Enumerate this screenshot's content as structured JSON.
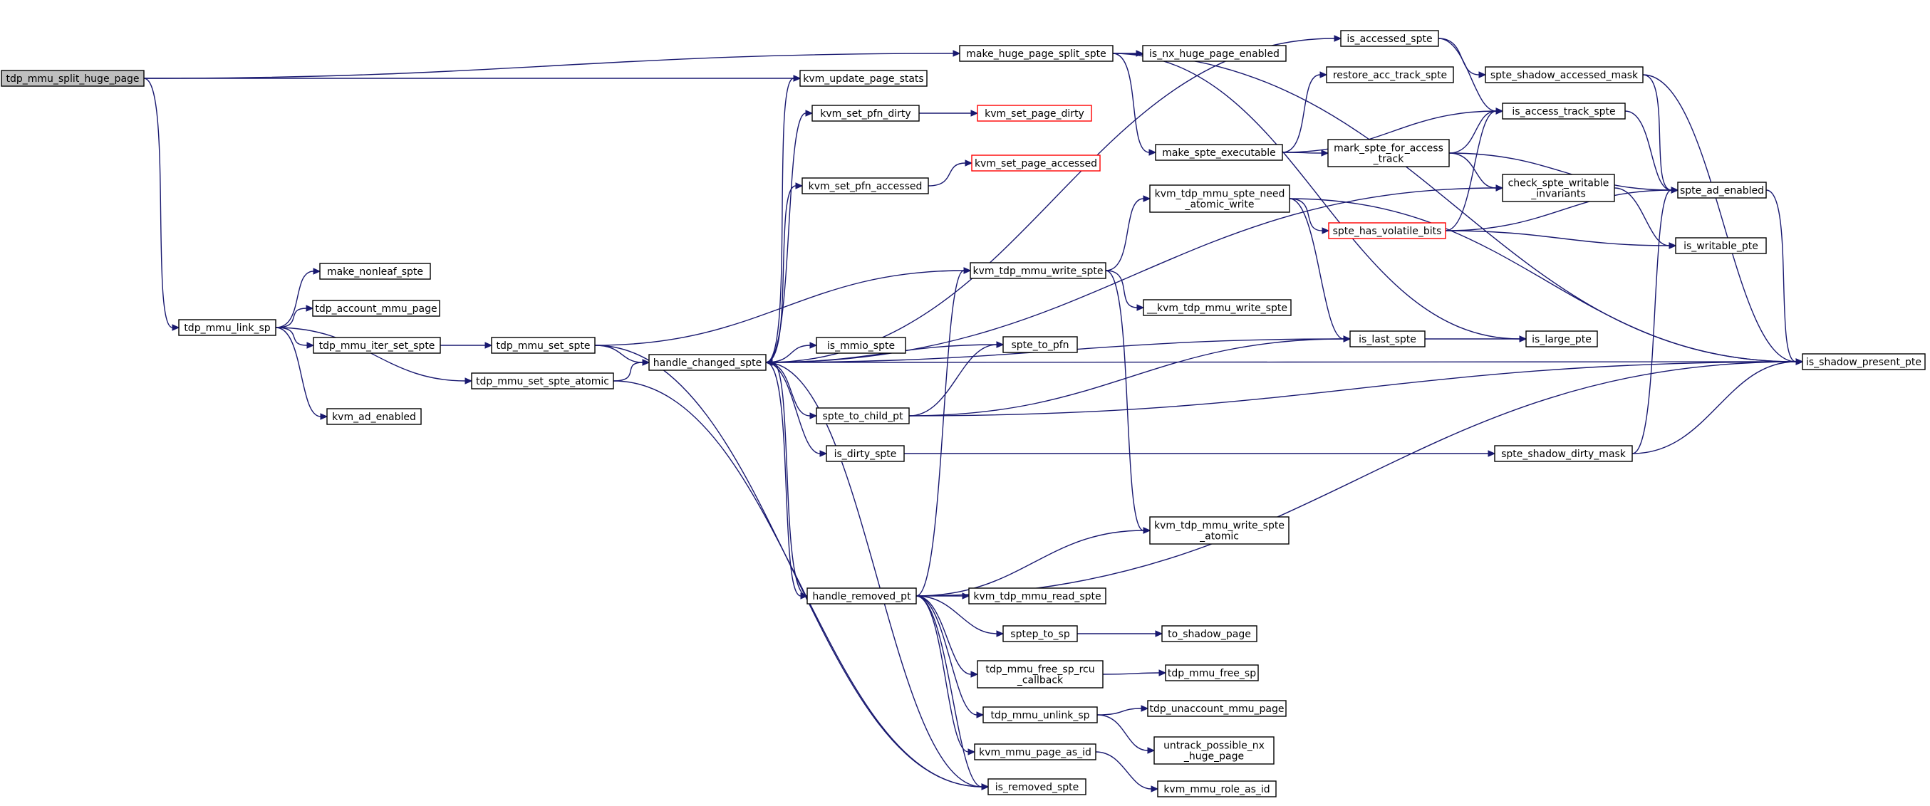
{
  "colors": {
    "edge": "#191970",
    "root_fill": "#bfbfbf",
    "red_border": "#ff0000",
    "node_border": "#000000"
  },
  "nodes": {
    "n_tdp_mmu_split_huge_page": {
      "lines": [
        "tdp_mmu_split_huge_page"
      ],
      "style": "root"
    },
    "n_make_huge_page_split_spte": {
      "lines": [
        "make_huge_page_split_spte"
      ]
    },
    "n_is_nx_huge_page_enabled": {
      "lines": [
        "is_nx_huge_page_enabled"
      ]
    },
    "n_kvm_update_page_stats": {
      "lines": [
        "kvm_update_page_stats"
      ]
    },
    "n_kvm_set_pfn_dirty": {
      "lines": [
        "kvm_set_pfn_dirty"
      ]
    },
    "n_kvm_set_page_dirty": {
      "lines": [
        "kvm_set_page_dirty"
      ],
      "style": "red"
    },
    "n_kvm_set_page_accessed": {
      "lines": [
        "kvm_set_page_accessed"
      ],
      "style": "red"
    },
    "n_kvm_set_pfn_accessed": {
      "lines": [
        "kvm_set_pfn_accessed"
      ]
    },
    "n_is_accessed_spte": {
      "lines": [
        "is_accessed_spte"
      ]
    },
    "n_restore_acc_track_spte": {
      "lines": [
        "restore_acc_track_spte"
      ]
    },
    "n_spte_shadow_accessed_mask": {
      "lines": [
        "spte_shadow_accessed_mask"
      ]
    },
    "n_is_access_track_spte": {
      "lines": [
        "is_access_track_spte"
      ]
    },
    "n_make_spte_executable": {
      "lines": [
        "make_spte_executable"
      ]
    },
    "n_mark_spte_for_access_track": {
      "lines": [
        "mark_spte_for_access",
        "_track"
      ]
    },
    "n_check_spte_writable_invariants": {
      "lines": [
        "check_spte_writable",
        "_invariants"
      ]
    },
    "n_spte_ad_enabled": {
      "lines": [
        "spte_ad_enabled"
      ]
    },
    "n_kvm_tdp_mmu_spte_need_atomic_write": {
      "lines": [
        "kvm_tdp_mmu_spte_need",
        "_atomic_write"
      ]
    },
    "n_spte_has_volatile_bits": {
      "lines": [
        "spte_has_volatile_bits"
      ],
      "style": "red"
    },
    "n_is_writable_pte": {
      "lines": [
        "is_writable_pte"
      ]
    },
    "n_kvm_tdp_mmu_write_spte": {
      "lines": [
        "kvm_tdp_mmu_write_spte"
      ]
    },
    "n___kvm_tdp_mmu_write_spte": {
      "lines": [
        "__kvm_tdp_mmu_write_spte"
      ]
    },
    "n_make_nonleaf_spte": {
      "lines": [
        "make_nonleaf_spte"
      ]
    },
    "n_tdp_account_mmu_page": {
      "lines": [
        "tdp_account_mmu_page"
      ]
    },
    "n_tdp_mmu_link_sp": {
      "lines": [
        "tdp_mmu_link_sp"
      ]
    },
    "n_tdp_mmu_iter_set_spte": {
      "lines": [
        "tdp_mmu_iter_set_spte"
      ]
    },
    "n_tdp_mmu_set_spte": {
      "lines": [
        "tdp_mmu_set_spte"
      ]
    },
    "n_handle_changed_spte": {
      "lines": [
        "handle_changed_spte"
      ]
    },
    "n_is_mmio_spte": {
      "lines": [
        "is_mmio_spte"
      ]
    },
    "n_spte_to_pfn": {
      "lines": [
        "spte_to_pfn"
      ]
    },
    "n_is_last_spte": {
      "lines": [
        "is_last_spte"
      ]
    },
    "n_is_large_pte": {
      "lines": [
        "is_large_pte"
      ]
    },
    "n_is_shadow_present_pte": {
      "lines": [
        "is_shadow_present_pte"
      ]
    },
    "n_tdp_mmu_set_spte_atomic": {
      "lines": [
        "tdp_mmu_set_spte_atomic"
      ]
    },
    "n_kvm_ad_enabled": {
      "lines": [
        "kvm_ad_enabled"
      ]
    },
    "n_spte_to_child_pt": {
      "lines": [
        "spte_to_child_pt"
      ]
    },
    "n_is_dirty_spte": {
      "lines": [
        "is_dirty_spte"
      ]
    },
    "n_spte_shadow_dirty_mask": {
      "lines": [
        "spte_shadow_dirty_mask"
      ]
    },
    "n_kvm_tdp_mmu_write_spte_atomic": {
      "lines": [
        "kvm_tdp_mmu_write_spte",
        "_atomic"
      ]
    },
    "n_handle_removed_pt": {
      "lines": [
        "handle_removed_pt"
      ]
    },
    "n_kvm_tdp_mmu_read_spte": {
      "lines": [
        "kvm_tdp_mmu_read_spte"
      ]
    },
    "n_sptep_to_sp": {
      "lines": [
        "sptep_to_sp"
      ]
    },
    "n_to_shadow_page": {
      "lines": [
        "to_shadow_page"
      ]
    },
    "n_tdp_mmu_free_sp_rcu_callback": {
      "lines": [
        "tdp_mmu_free_sp_rcu",
        "_callback"
      ]
    },
    "n_tdp_mmu_free_sp": {
      "lines": [
        "tdp_mmu_free_sp"
      ]
    },
    "n_tdp_mmu_unlink_sp": {
      "lines": [
        "tdp_mmu_unlink_sp"
      ]
    },
    "n_tdp_unaccount_mmu_page": {
      "lines": [
        "tdp_unaccount_mmu_page"
      ]
    },
    "n_untrack_possible_nx_huge_page": {
      "lines": [
        "untrack_possible_nx",
        "_huge_page"
      ]
    },
    "n_kvm_mmu_page_as_id": {
      "lines": [
        "kvm_mmu_page_as_id"
      ]
    },
    "n_kvm_mmu_role_as_id": {
      "lines": [
        "kvm_mmu_role_as_id"
      ]
    },
    "n_is_removed_spte": {
      "lines": [
        "is_removed_spte"
      ]
    }
  },
  "edges": [
    [
      "n_tdp_mmu_split_huge_page",
      "n_make_huge_page_split_spte"
    ],
    [
      "n_tdp_mmu_split_huge_page",
      "n_kvm_update_page_stats"
    ],
    [
      "n_tdp_mmu_split_huge_page",
      "n_tdp_mmu_link_sp"
    ],
    [
      "n_make_huge_page_split_spte",
      "n_is_nx_huge_page_enabled"
    ],
    [
      "n_make_huge_page_split_spte",
      "n_make_spte_executable"
    ],
    [
      "n_make_huge_page_split_spte",
      "n_is_shadow_present_pte"
    ],
    [
      "n_make_huge_page_split_spte",
      "n_is_large_pte"
    ],
    [
      "n_kvm_set_pfn_dirty",
      "n_kvm_set_page_dirty"
    ],
    [
      "n_kvm_set_pfn_accessed",
      "n_kvm_set_page_accessed"
    ],
    [
      "n_is_accessed_spte",
      "n_spte_shadow_accessed_mask"
    ],
    [
      "n_is_accessed_spte",
      "n_is_access_track_spte"
    ],
    [
      "n_spte_shadow_accessed_mask",
      "n_spte_ad_enabled"
    ],
    [
      "n_spte_shadow_accessed_mask",
      "n_is_shadow_present_pte"
    ],
    [
      "n_is_access_track_spte",
      "n_spte_ad_enabled"
    ],
    [
      "n_make_spte_executable",
      "n_restore_acc_track_spte"
    ],
    [
      "n_make_spte_executable",
      "n_is_access_track_spte"
    ],
    [
      "n_make_spte_executable",
      "n_mark_spte_for_access_track"
    ],
    [
      "n_mark_spte_for_access_track",
      "n_is_access_track_spte"
    ],
    [
      "n_mark_spte_for_access_track",
      "n_spte_ad_enabled"
    ],
    [
      "n_mark_spte_for_access_track",
      "n_check_spte_writable_invariants"
    ],
    [
      "n_check_spte_writable_invariants",
      "n_is_writable_pte"
    ],
    [
      "n_spte_ad_enabled",
      "n_is_shadow_present_pte"
    ],
    [
      "n_kvm_tdp_mmu_spte_need_atomic_write",
      "n_spte_has_volatile_bits"
    ],
    [
      "n_kvm_tdp_mmu_spte_need_atomic_write",
      "n_is_last_spte"
    ],
    [
      "n_kvm_tdp_mmu_spte_need_atomic_write",
      "n_is_shadow_present_pte"
    ],
    [
      "n_spte_has_volatile_bits",
      "n_is_access_track_spte"
    ],
    [
      "n_spte_has_volatile_bits",
      "n_spte_ad_enabled"
    ],
    [
      "n_spte_has_volatile_bits",
      "n_is_writable_pte"
    ],
    [
      "n_kvm_tdp_mmu_write_spte",
      "n_kvm_tdp_mmu_spte_need_atomic_write"
    ],
    [
      "n_kvm_tdp_mmu_write_spte",
      "n___kvm_tdp_mmu_write_spte"
    ],
    [
      "n_kvm_tdp_mmu_write_spte",
      "n_kvm_tdp_mmu_write_spte_atomic"
    ],
    [
      "n_tdp_mmu_link_sp",
      "n_make_nonleaf_spte"
    ],
    [
      "n_tdp_mmu_link_sp",
      "n_tdp_account_mmu_page"
    ],
    [
      "n_tdp_mmu_link_sp",
      "n_tdp_mmu_iter_set_spte"
    ],
    [
      "n_tdp_mmu_link_sp",
      "n_tdp_mmu_set_spte_atomic"
    ],
    [
      "n_tdp_mmu_link_sp",
      "n_kvm_ad_enabled"
    ],
    [
      "n_tdp_mmu_iter_set_spte",
      "n_tdp_mmu_set_spte"
    ],
    [
      "n_tdp_mmu_set_spte",
      "n_kvm_tdp_mmu_write_spte"
    ],
    [
      "n_tdp_mmu_set_spte",
      "n_handle_changed_spte"
    ],
    [
      "n_tdp_mmu_set_spte",
      "n_is_removed_spte"
    ],
    [
      "n_tdp_mmu_set_spte_atomic",
      "n_handle_changed_spte"
    ],
    [
      "n_tdp_mmu_set_spte_atomic",
      "n_is_removed_spte"
    ],
    [
      "n_handle_changed_spte",
      "n_kvm_update_page_stats"
    ],
    [
      "n_handle_changed_spte",
      "n_kvm_set_pfn_dirty"
    ],
    [
      "n_handle_changed_spte",
      "n_kvm_set_pfn_accessed"
    ],
    [
      "n_handle_changed_spte",
      "n_is_accessed_spte"
    ],
    [
      "n_handle_changed_spte",
      "n_check_spte_writable_invariants"
    ],
    [
      "n_handle_changed_spte",
      "n_is_mmio_spte"
    ],
    [
      "n_handle_changed_spte",
      "n_spte_to_pfn"
    ],
    [
      "n_handle_changed_spte",
      "n_is_last_spte"
    ],
    [
      "n_handle_changed_spte",
      "n_spte_to_child_pt"
    ],
    [
      "n_handle_changed_spte",
      "n_is_dirty_spte"
    ],
    [
      "n_handle_changed_spte",
      "n_is_shadow_present_pte"
    ],
    [
      "n_handle_changed_spte",
      "n_handle_removed_pt"
    ],
    [
      "n_handle_changed_spte",
      "n_is_removed_spte"
    ],
    [
      "n_is_last_spte",
      "n_is_large_pte"
    ],
    [
      "n_spte_to_child_pt",
      "n_spte_to_pfn"
    ],
    [
      "n_spte_to_child_pt",
      "n_is_last_spte"
    ],
    [
      "n_spte_to_child_pt",
      "n_is_shadow_present_pte"
    ],
    [
      "n_is_dirty_spte",
      "n_spte_shadow_dirty_mask"
    ],
    [
      "n_spte_shadow_dirty_mask",
      "n_spte_ad_enabled"
    ],
    [
      "n_spte_shadow_dirty_mask",
      "n_is_shadow_present_pte"
    ],
    [
      "n_handle_removed_pt",
      "n_kvm_tdp_mmu_write_spte"
    ],
    [
      "n_handle_removed_pt",
      "n_kvm_tdp_mmu_write_spte_atomic"
    ],
    [
      "n_handle_removed_pt",
      "n_is_shadow_present_pte"
    ],
    [
      "n_handle_removed_pt",
      "n_handle_changed_spte"
    ],
    [
      "n_handle_removed_pt",
      "n_kvm_tdp_mmu_read_spte"
    ],
    [
      "n_handle_removed_pt",
      "n_sptep_to_sp"
    ],
    [
      "n_handle_removed_pt",
      "n_tdp_mmu_free_sp_rcu_callback"
    ],
    [
      "n_handle_removed_pt",
      "n_tdp_mmu_unlink_sp"
    ],
    [
      "n_handle_removed_pt",
      "n_kvm_mmu_page_as_id"
    ],
    [
      "n_handle_removed_pt",
      "n_is_removed_spte"
    ],
    [
      "n_sptep_to_sp",
      "n_to_shadow_page"
    ],
    [
      "n_tdp_mmu_free_sp_rcu_callback",
      "n_tdp_mmu_free_sp"
    ],
    [
      "n_tdp_mmu_unlink_sp",
      "n_tdp_unaccount_mmu_page"
    ],
    [
      "n_tdp_mmu_unlink_sp",
      "n_untrack_possible_nx_huge_page"
    ],
    [
      "n_kvm_mmu_page_as_id",
      "n_kvm_mmu_role_as_id"
    ]
  ]
}
